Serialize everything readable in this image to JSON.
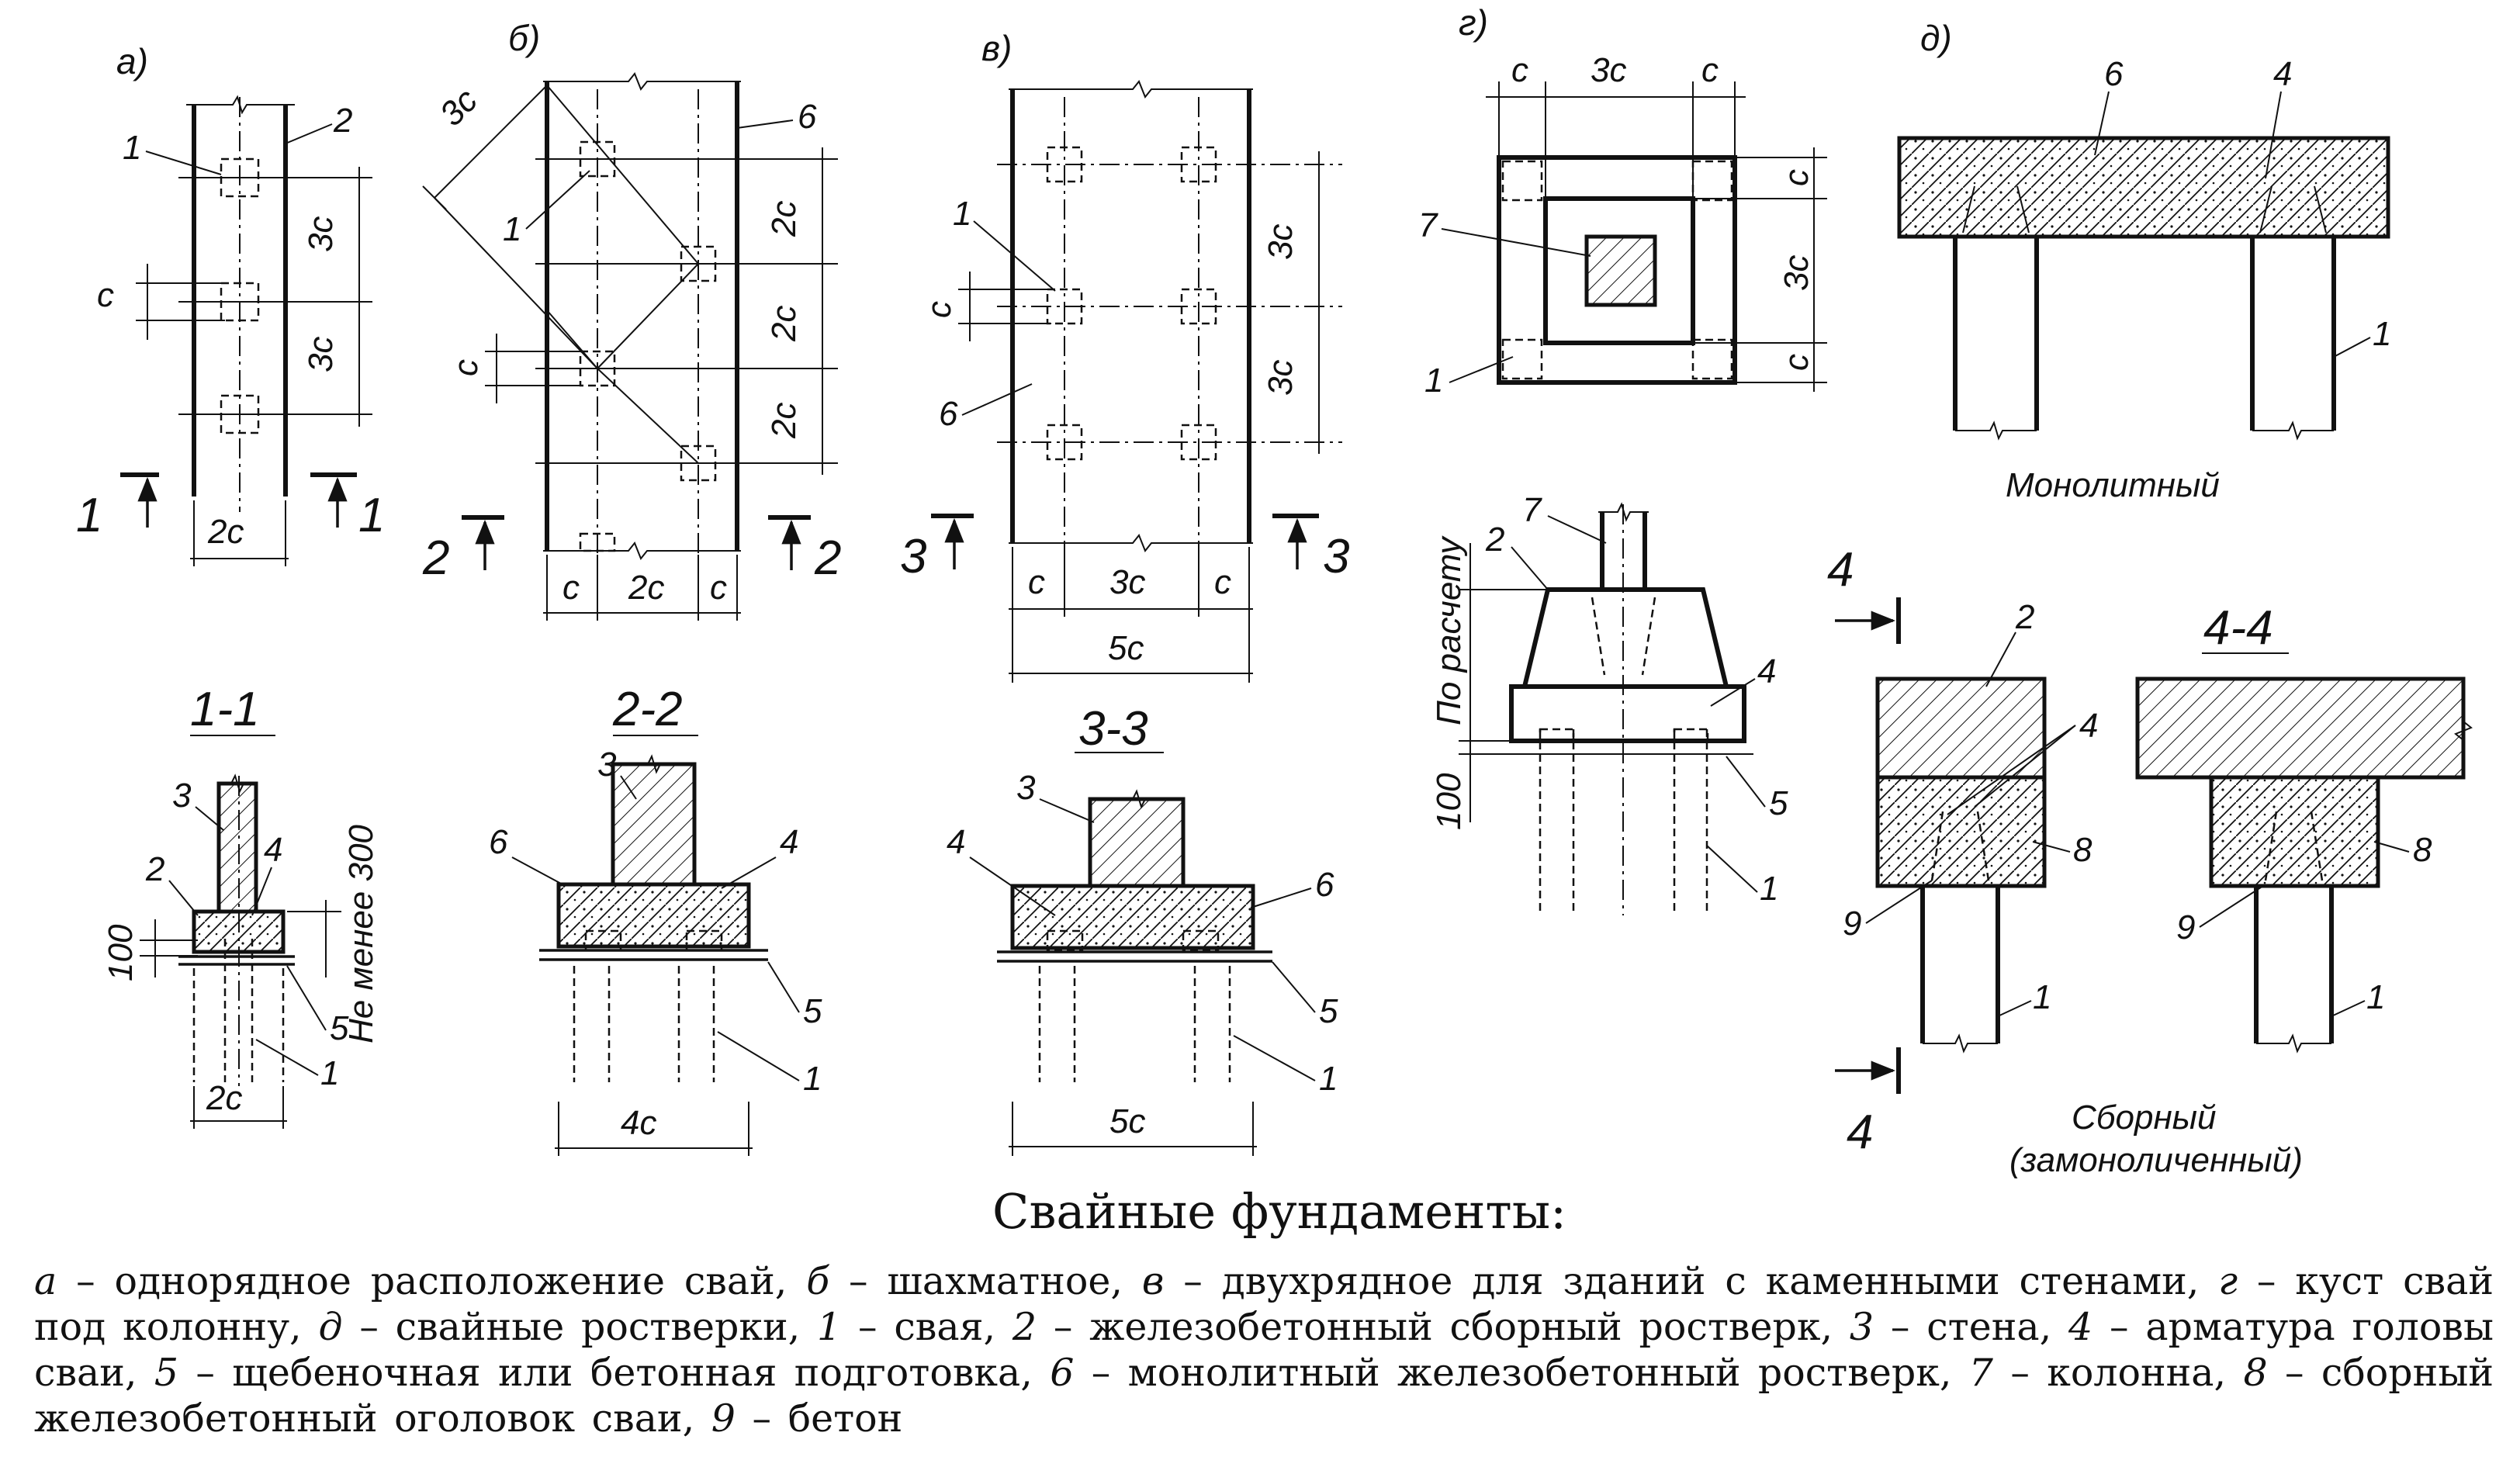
{
  "diagram_labels": {
    "a": "а)",
    "b": "б)",
    "v": "в)",
    "g": "г)",
    "d": "д)"
  },
  "sections": {
    "s11": "1-1",
    "s22": "2-2",
    "s33": "3-3",
    "s44": "4-4"
  },
  "dimensions": {
    "c": "c",
    "c2": "2c",
    "c3": "3c",
    "c4": "4c",
    "c5": "5c",
    "d100": "100",
    "not_less_300": "Не менее 300",
    "by_calc": "По расчету"
  },
  "marks": {
    "n1": "1",
    "n2": "2",
    "n3": "3",
    "n4": "4",
    "n5": "5",
    "n6": "6",
    "n7": "7",
    "n8": "8",
    "n9": "9"
  },
  "captions": {
    "monolithic": "Монолитный",
    "precast": "Сборный",
    "precast_note": "(замоноличенный)"
  },
  "figure_title": "Свайные фундаменты:",
  "legend": [
    {
      "key": "а",
      "text": " – однорядное расположение свай, "
    },
    {
      "key": "б",
      "text": " – шахматное, "
    },
    {
      "key": "в",
      "text": " – двухрядное для зданий с каменными стенами, "
    },
    {
      "key": "г",
      "text": " – куст свай под колонну, "
    },
    {
      "key": "д",
      "text": " – свайные ростверки, "
    },
    {
      "key": "1",
      "text": " – свая, "
    },
    {
      "key": "2",
      "text": " – железобетонный сборный ростверк, "
    },
    {
      "key": "3",
      "text": " – стена, "
    },
    {
      "key": "4",
      "text": " – арматура головы сваи, "
    },
    {
      "key": "5",
      "text": " – щебеночная или бетонная подготовка, "
    },
    {
      "key": "6",
      "text": " – монолитный железобетонный ростверк, "
    },
    {
      "key": "7",
      "text": " – колонна, "
    },
    {
      "key": "8",
      "text": " – сборный железобетонный оголовок сваи, "
    },
    {
      "key": "9",
      "text": " – бетон"
    }
  ]
}
